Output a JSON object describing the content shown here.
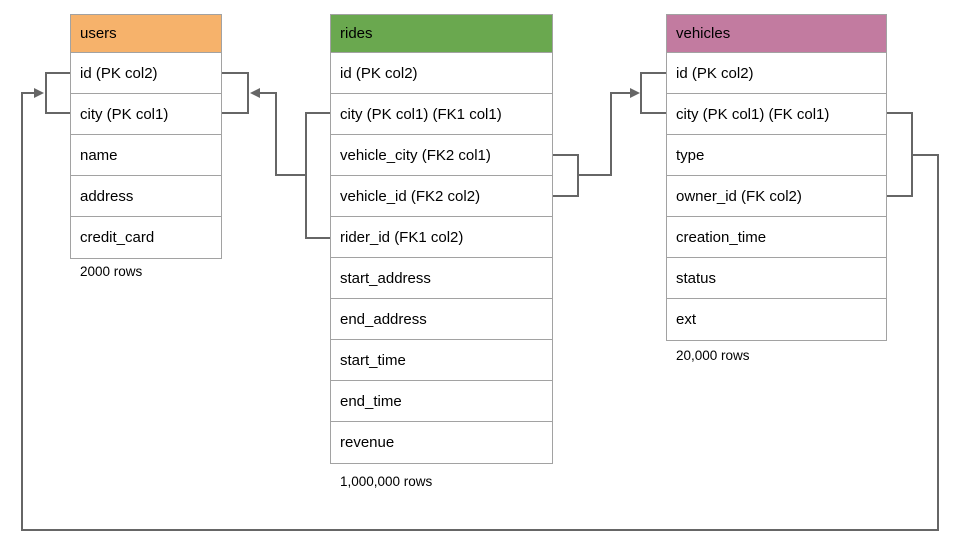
{
  "diagram": {
    "tables": [
      {
        "name": "users",
        "header_color": "#f6b26b",
        "columns": [
          "id (PK col2)",
          "city (PK col1)",
          "name",
          "address",
          "credit_card"
        ],
        "row_count": "2000 rows"
      },
      {
        "name": "rides",
        "header_color": "#6aa84f",
        "columns": [
          "id (PK col2)",
          "city (PK col1) (FK1 col1)",
          "vehicle_city (FK2 col1)",
          "vehicle_id (FK2 col2)",
          "rider_id (FK1 col2)",
          "start_address",
          "end_address",
          "start_time",
          "end_time",
          "revenue"
        ],
        "row_count": "1,000,000 rows"
      },
      {
        "name": "vehicles",
        "header_color": "#c27ba0",
        "columns": [
          "id (PK col2)",
          "city (PK col1) (FK col1)",
          "type",
          "owner_id (FK col2)",
          "creation_time",
          "status",
          "ext"
        ],
        "row_count": "20,000 rows"
      }
    ],
    "relationships": [
      {
        "name": "FK1",
        "from_table": "rides",
        "from_columns": [
          "city (PK col1) (FK1 col1)",
          "rider_id (FK1 col2)"
        ],
        "to_table": "users",
        "to_columns": [
          "id (PK col2)",
          "city (PK col1)"
        ]
      },
      {
        "name": "FK2",
        "from_table": "rides",
        "from_columns": [
          "vehicle_city (FK2 col1)",
          "vehicle_id (FK2 col2)"
        ],
        "to_table": "vehicles",
        "to_columns": [
          "id (PK col2)",
          "city (PK col1) (FK col1)"
        ]
      },
      {
        "name": "FK",
        "from_table": "vehicles",
        "from_columns": [
          "city (PK col1) (FK col1)",
          "owner_id (FK col2)"
        ],
        "to_table": "users",
        "to_columns": [
          "id (PK col2)",
          "city (PK col1)"
        ]
      }
    ],
    "colors": {
      "users_header": "#f6b26b",
      "rides_header": "#6aa84f",
      "vehicles_header": "#c27ba0",
      "connector": "#666666",
      "table_border": "#a2a2a2",
      "background": "#ffffff"
    }
  }
}
